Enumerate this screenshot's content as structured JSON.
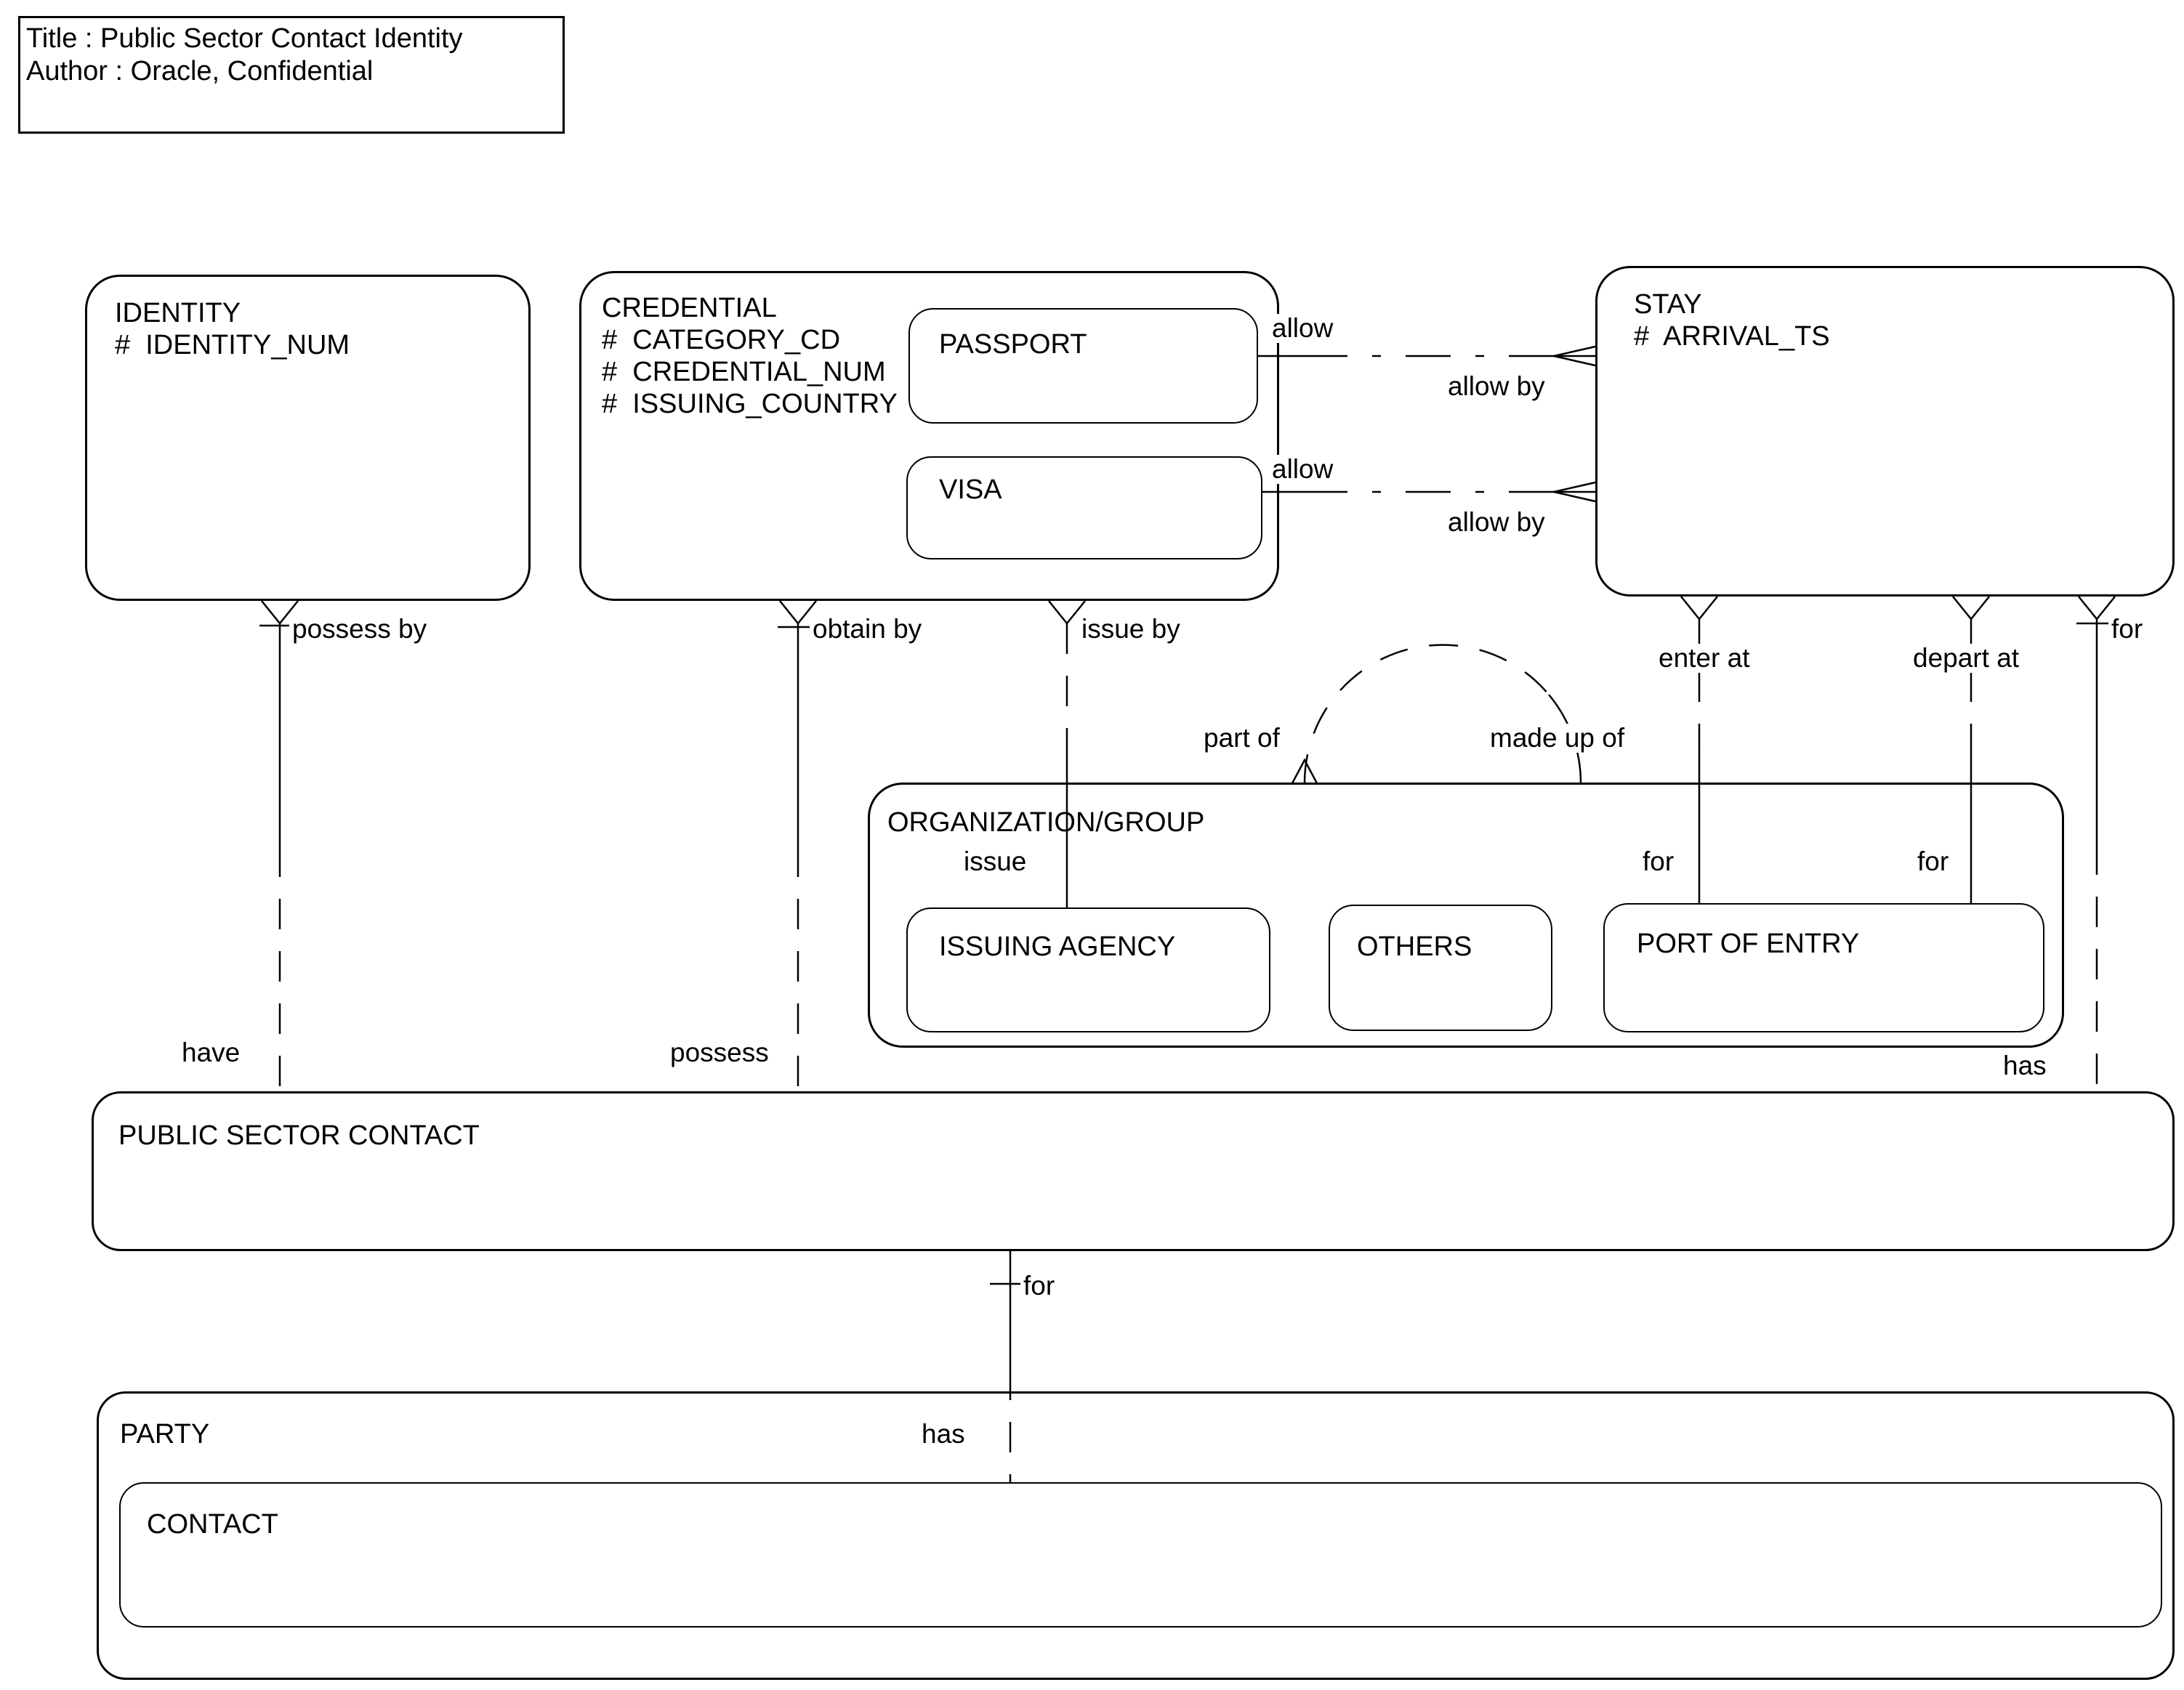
{
  "title_block": {
    "line1": "Title : Public Sector Contact Identity",
    "line2": "Author : Oracle, Confidential"
  },
  "entities": {
    "identity": {
      "name": "IDENTITY",
      "attrs": [
        "#  IDENTITY_NUM"
      ]
    },
    "credential": {
      "name": "CREDENTIAL",
      "attrs": [
        "#  CATEGORY_CD",
        "#  CREDENTIAL_NUM",
        "#  ISSUING_COUNTRY"
      ],
      "subtypes": {
        "passport": "PASSPORT",
        "visa": "VISA"
      }
    },
    "stay": {
      "name": "STAY",
      "attrs": [
        "#  ARRIVAL_TS"
      ]
    },
    "organization_group": {
      "name": "ORGANIZATION/GROUP",
      "subtypes": {
        "issuing_agency": "ISSUING AGENCY",
        "others": "OTHERS",
        "port_of_entry": "PORT OF ENTRY"
      }
    },
    "public_sector_contact": {
      "name": "PUBLIC SECTOR CONTACT"
    },
    "party": {
      "name": "PARTY",
      "subtypes": {
        "contact": "CONTACT"
      }
    }
  },
  "relationships": {
    "identity_psc": {
      "from_label": "possess by",
      "to_label": "have"
    },
    "credential_psc": {
      "from_label": "obtain by",
      "to_label": "possess"
    },
    "credential_agency": {
      "from_label": "issue by",
      "to_label": "issue"
    },
    "passport_stay": {
      "from_label": "allow",
      "to_label": "allow by"
    },
    "visa_stay": {
      "from_label": "allow",
      "to_label": "allow by"
    },
    "stay_port_enter": {
      "from_label": "enter at",
      "to_label": "for"
    },
    "stay_port_depart": {
      "from_label": "depart at",
      "to_label": "for"
    },
    "stay_psc": {
      "from_label": "for",
      "to_label": "has"
    },
    "org_recursive": {
      "from_label": "part of",
      "to_label": "made up of"
    },
    "psc_contact": {
      "from_label": "for",
      "to_label": "has"
    }
  },
  "colors": {
    "line": "#000000",
    "background": "#ffffff"
  }
}
